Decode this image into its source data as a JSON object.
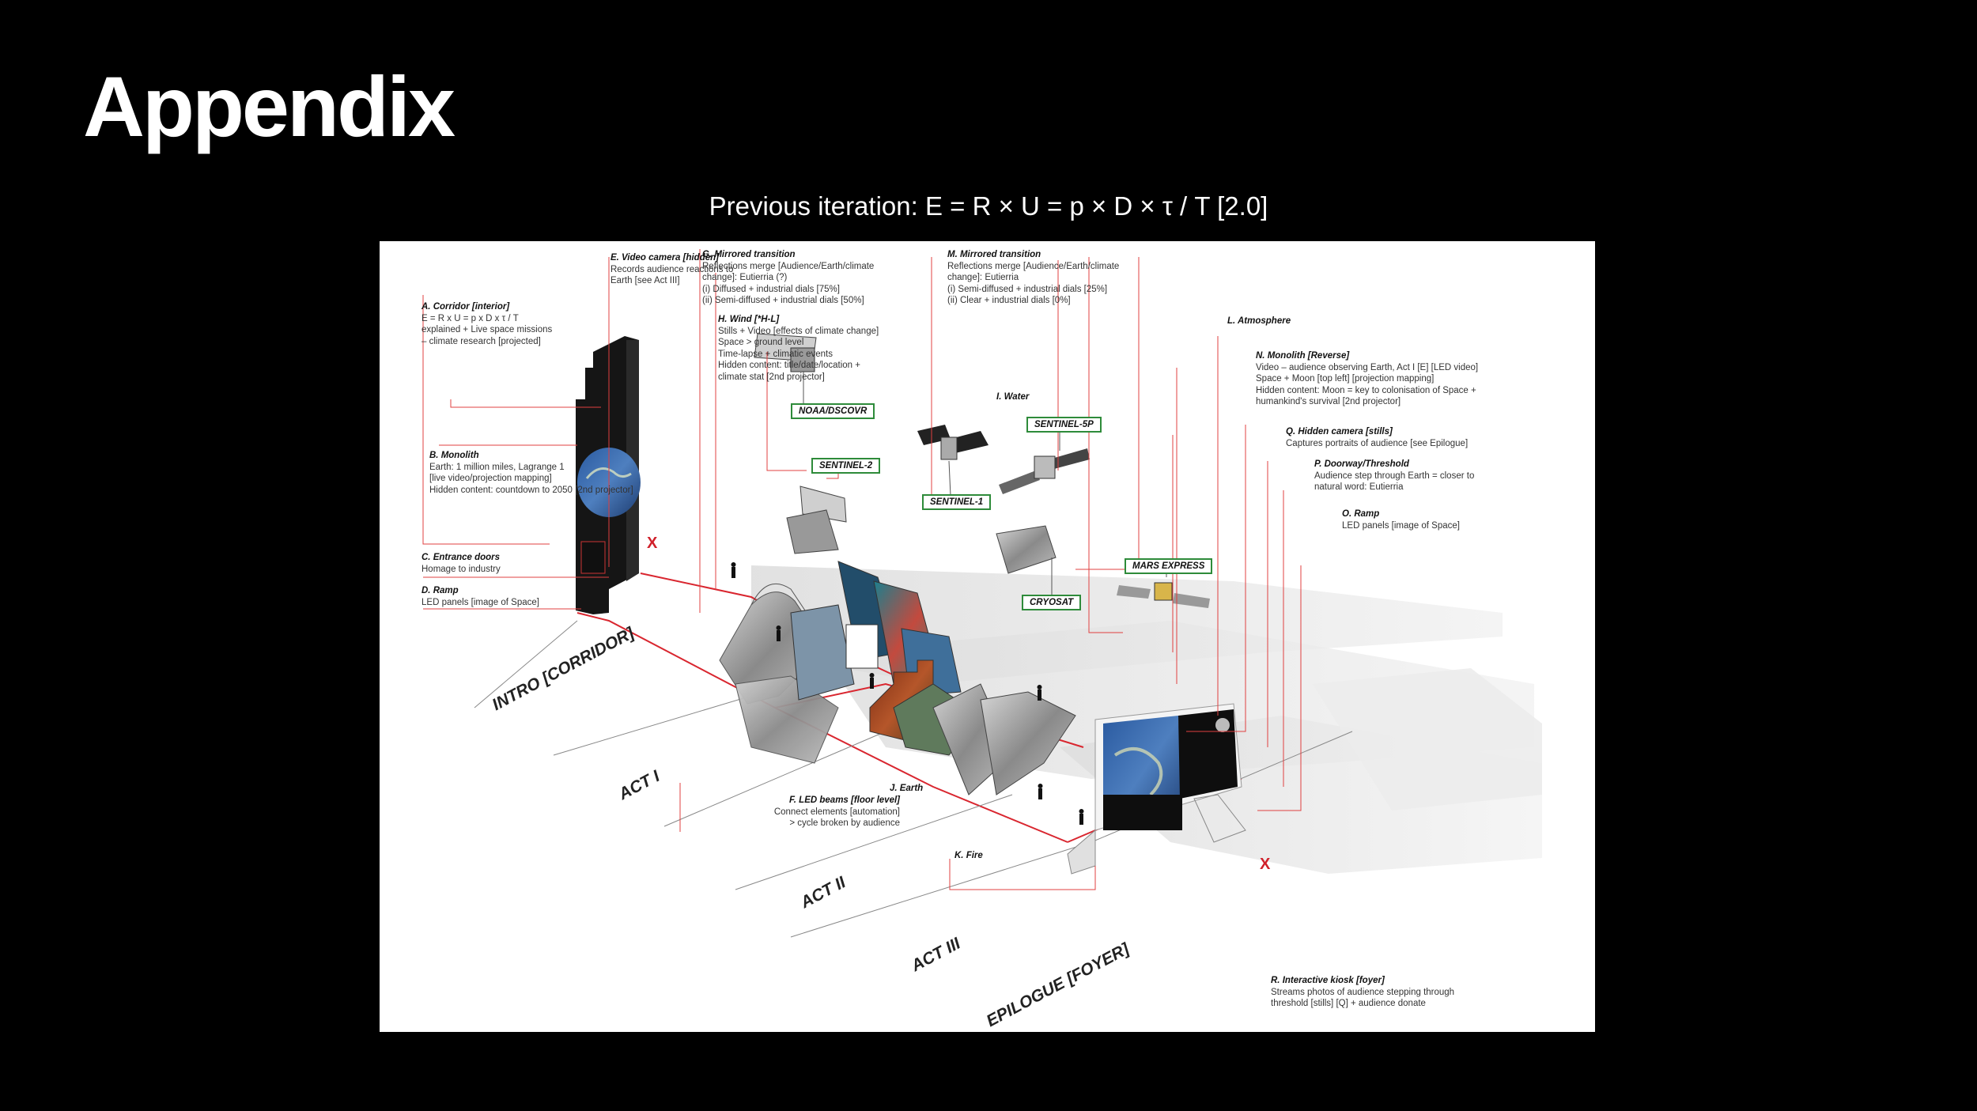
{
  "slide": {
    "title": "Appendix",
    "subtitle": "Previous iteration: E = R × U = p × D × τ / T [2.0]"
  },
  "colors": {
    "background": "#000000",
    "panel": "#ffffff",
    "leader_line": "#e03030",
    "tag_border": "#2e8b3a"
  },
  "diagram": {
    "annotations": {
      "A": {
        "title": "A. Corridor [interior]",
        "body": "E = R x U = p x D x τ / T\nexplained + Live space missions\n– climate research [projected]"
      },
      "B": {
        "title": "B. Monolith",
        "body": "Earth: 1 million miles, Lagrange 1\n[live video/projection mapping]\nHidden content: countdown to 2050 [2nd projector]"
      },
      "C": {
        "title": "C. Entrance doors",
        "body": "Homage to industry"
      },
      "D": {
        "title": "D. Ramp",
        "body": "LED panels [image of Space]"
      },
      "E": {
        "title": "E. Video camera [hidden]",
        "body": "Records audience reactions to\nEarth [see Act III]"
      },
      "F": {
        "title": "F. LED beams [floor level]",
        "body": "Connect elements [automation]\n> cycle broken by audience"
      },
      "G": {
        "title": "G. Mirrored transition",
        "body": "Reflections merge [Audience/Earth/climate\nchange]: Eutierria (?)\n(i)   Diffused + industrial dials [75%]\n(ii)  Semi-diffused + industrial dials [50%]"
      },
      "H": {
        "title": "H. Wind [*H-L]",
        "body": "Stills + Video [effects of climate change]\nSpace > ground level\nTime-lapse + climatic events\nHidden content: title/date/location +\nclimate stat [2nd projector]"
      },
      "I": {
        "title": "I. Water",
        "body": ""
      },
      "J": {
        "title": "J. Earth",
        "body": ""
      },
      "K": {
        "title": "K. Fire",
        "body": ""
      },
      "L": {
        "title": "L. Atmosphere",
        "body": ""
      },
      "M": {
        "title": "M. Mirrored transition",
        "body": "Reflections merge [Audience/Earth/climate\nchange]: Eutierria\n(i)  Semi-diffused + industrial dials [25%]\n(ii)  Clear + industrial dials [0%]"
      },
      "N": {
        "title": "N. Monolith [Reverse]",
        "body": "Video – audience observing Earth, Act I [E] [LED video]\nSpace + Moon [top left] [projection mapping]\nHidden content: Moon = key to colonisation of Space +\nhumankind's survival [2nd projector]"
      },
      "O": {
        "title": "O. Ramp",
        "body": "LED panels [image of Space]"
      },
      "P": {
        "title": "P. Doorway/Threshold",
        "body": "Audience step through Earth = closer to\nnatural word: Eutierria"
      },
      "Q": {
        "title": "Q. Hidden camera [stills]",
        "body": "Captures portraits of audience [see Epilogue]"
      },
      "R": {
        "title": "R. Interactive kiosk [foyer]",
        "body": "Streams photos of audience stepping through\nthreshold [stills] [Q] + audience donate"
      }
    },
    "satellites": [
      "NOAA/DSCOVR",
      "SENTINEL-2",
      "SENTINEL-1",
      "SENTINEL-5P",
      "CRYOSAT",
      "MARS EXPRESS"
    ],
    "zones": [
      "INTRO [CORRIDOR]",
      "ACT I",
      "ACT II",
      "ACT III",
      "EPILOGUE [FOYER]"
    ],
    "marker": "X"
  }
}
